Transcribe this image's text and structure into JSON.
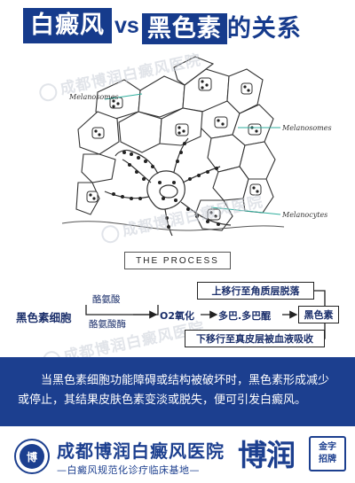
{
  "title": {
    "part1": "白癜风",
    "vs": "vs",
    "part2": "黑色素",
    "part3": "的关系"
  },
  "watermark_text": "成都博润白癜风医院",
  "diagram_labels": {
    "melanosomes_left": "Melanosomes",
    "melanosomes_right": "Melanosomes",
    "melanocytes": "Melanocytes"
  },
  "process_label": "THE PROCESS",
  "flow": {
    "source": "黑色素细胞",
    "enzyme_top": "酪氨酸",
    "enzyme_bottom": "酪氨酸酶",
    "step1": "O2氧化",
    "step2": "多巴.多巴醌",
    "result": "黑色素",
    "upper_box": "上移行至角质层脱落",
    "lower_box": "下移行至真皮层被血液吸收"
  },
  "description": "当黑色素细胞功能障碍或结构被破坏时，黑色素形成减少或停止，其结果皮肤色素变淡或脱失，便可引发白癜风。",
  "footer": {
    "logo_glyph": "博",
    "hospital_name": "成都博润白癜风医院",
    "subtitle": "—白癜风规范化诊疗临床基地—",
    "brand": "博润",
    "stamp_line1": "金字",
    "stamp_line2": "招牌"
  },
  "colors": {
    "brand_blue": "#1c3f8f",
    "title_blue": "#163b8c",
    "label_text": "#1b2f6b"
  }
}
